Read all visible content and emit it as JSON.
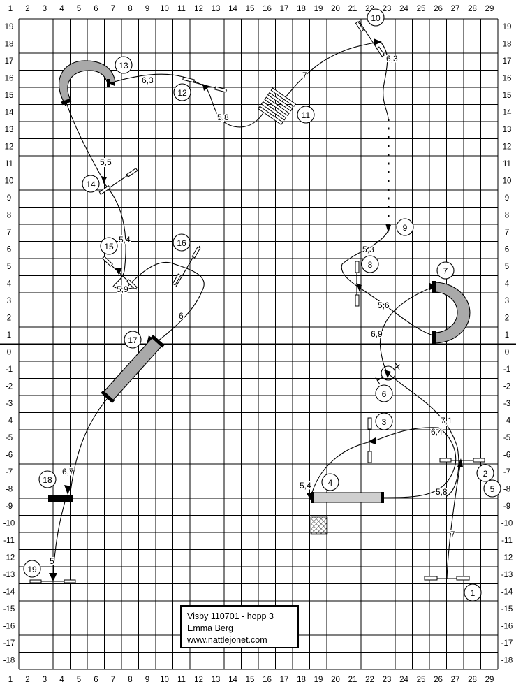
{
  "course": {
    "grid": {
      "x_labels": [
        "1",
        "2",
        "3",
        "4",
        "5",
        "6",
        "7",
        "8",
        "9",
        "10",
        "11",
        "12",
        "13",
        "14",
        "15",
        "16",
        "17",
        "18",
        "19",
        "20",
        "21",
        "22",
        "23",
        "24",
        "25",
        "26",
        "27",
        "28",
        "29"
      ],
      "y_labels": [
        "19",
        "18",
        "17",
        "16",
        "15",
        "14",
        "13",
        "12",
        "11",
        "10",
        "9",
        "8",
        "7",
        "6",
        "5",
        "4",
        "3",
        "2",
        "1",
        "0",
        "-1",
        "-2",
        "-3",
        "-4",
        "-5",
        "-6",
        "-7",
        "-8",
        "-9",
        "-10",
        "-11",
        "-12",
        "-13",
        "-14",
        "-15",
        "-16",
        "-17",
        "-18",
        "-19"
      ]
    },
    "obstacles": [
      {
        "number": "1",
        "kind": "hurdle"
      },
      {
        "number": "2",
        "kind": "hurdle"
      },
      {
        "number": "3",
        "kind": "hurdle"
      },
      {
        "number": "4",
        "kind": "tunnel"
      },
      {
        "number": "5",
        "kind": "hurdle"
      },
      {
        "number": "6",
        "kind": "tire"
      },
      {
        "number": "7",
        "kind": "curved-tunnel"
      },
      {
        "number": "8",
        "kind": "hurdle"
      },
      {
        "number": "9",
        "kind": "weave-poles"
      },
      {
        "number": "10",
        "kind": "hurdle"
      },
      {
        "number": "11",
        "kind": "long-jump"
      },
      {
        "number": "12",
        "kind": "hurdle"
      },
      {
        "number": "13",
        "kind": "curved-tunnel"
      },
      {
        "number": "14",
        "kind": "hurdle"
      },
      {
        "number": "15",
        "kind": "hurdle"
      },
      {
        "number": "16",
        "kind": "hurdle"
      },
      {
        "number": "17",
        "kind": "tunnel"
      },
      {
        "number": "18",
        "kind": "hurdle"
      },
      {
        "number": "19",
        "kind": "hurdle"
      }
    ],
    "distances": [
      "7",
      "5,8",
      "6,4",
      "7,1",
      "5,4",
      "6,9",
      "5,6",
      "5,3",
      "6,3",
      "7",
      "5,8",
      "6,3",
      "5,5",
      "5,4",
      "5,9",
      "6",
      "6,7",
      "5"
    ],
    "info": {
      "line1": "Visby 110701 -  hopp 3",
      "line2": "Emma Berg",
      "line3": "www.nattlejonet.com"
    }
  }
}
